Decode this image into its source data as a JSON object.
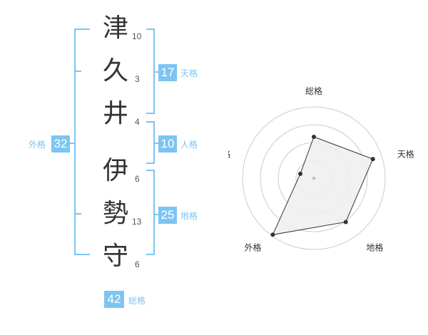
{
  "name": {
    "characters": [
      "津",
      "久",
      "井",
      "伊",
      "勢",
      "守"
    ],
    "strokes": [
      "10",
      "3",
      "4",
      "6",
      "13",
      "6"
    ]
  },
  "scores": {
    "tenkaku": {
      "value": "17",
      "label": "天格"
    },
    "jinkaku": {
      "value": "10",
      "label": "人格"
    },
    "chikaku": {
      "value": "25",
      "label": "地格"
    },
    "gaikaku": {
      "value": "32",
      "label": "外格"
    },
    "soukaku": {
      "value": "42",
      "label": "総格"
    }
  },
  "chart_data": {
    "type": "radar",
    "axes": [
      "総格",
      "天格",
      "地格",
      "外格",
      "人格"
    ],
    "values": [
      0.58,
      0.87,
      0.76,
      0.98,
      0.2
    ],
    "rings": 4,
    "colors": {
      "accent": "#7cc5f2",
      "fill": "#eeeeee",
      "line": "#333333",
      "grid": "#cccccc"
    }
  }
}
